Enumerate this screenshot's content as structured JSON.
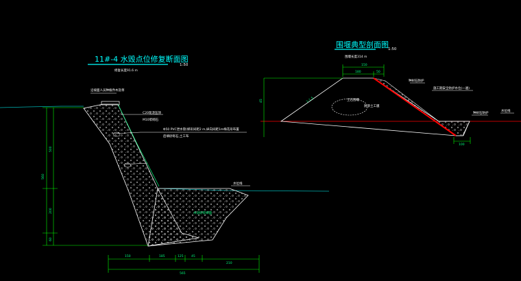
{
  "left_section": {
    "title": "11#-4 水毁点位修复断面图",
    "scale": "1:50",
    "subtitle": "修复长度91.6 m",
    "labels": {
      "top_note": "沿坡面人员种植乔木及草",
      "c20": "C20现浇压顶",
      "m10": "M10浆砌石",
      "pvc": "Φ50 PVC泄水管(梯形间距2 m,纵向间距1m梅花形布置",
      "backfill": "后填砂砾石,土工布",
      "water": "水位线",
      "base": "水泥砂浆抹面"
    },
    "dims_bottom_row1": [
      "150",
      "185",
      "125",
      "45",
      "210"
    ],
    "dims_bottom_row2": "565",
    "dims_left": [
      "500",
      "200",
      "60"
    ],
    "dims_left_total": "560"
  },
  "right_section": {
    "title": "围堰典型剖面图",
    "scale": "1:50",
    "subtitle": "围堰长度314 m",
    "labels": {
      "soil": "土石围堰",
      "geo": "防渗土工膜",
      "top_dim": "150",
      "top_dim2": "180",
      "top_dim3": "50",
      "left_dim": "45",
      "slope": "1:1.5",
      "note1": "种树石防护",
      "note2": "施工期安全防护水位(一遍)",
      "note3": "种树石防护",
      "water": "水位线",
      "bottom_dim": "100"
    }
  },
  "colors": {
    "background": "#000000",
    "outline": "#ffffff",
    "dim": "#00ff00",
    "green": "#00ff7f",
    "title": "#00ffff",
    "ground": "#00b3b3",
    "red": "#ff0000"
  }
}
